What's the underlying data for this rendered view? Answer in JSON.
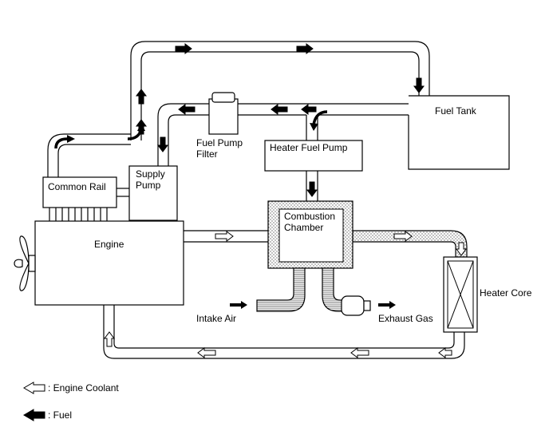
{
  "labels": {
    "fuel_tank": "Fuel Tank",
    "fuel_pump_filter_line1": "Fuel Pump",
    "fuel_pump_filter_line2": "Filter",
    "heater_fuel_pump": "Heater Fuel Pump",
    "supply_pump_line1": "Supply",
    "supply_pump_line2": "Pump",
    "common_rail": "Common Rail",
    "engine": "Engine",
    "combustion_chamber_line1": "Combustion",
    "combustion_chamber_line2": "Chamber",
    "heater_core": "Heater Core",
    "intake_air": "Intake Air",
    "exhaust_gas": "Exhaust Gas"
  },
  "legend": {
    "engine_coolant": ": Engine Coolant",
    "fuel": ": Fuel"
  }
}
